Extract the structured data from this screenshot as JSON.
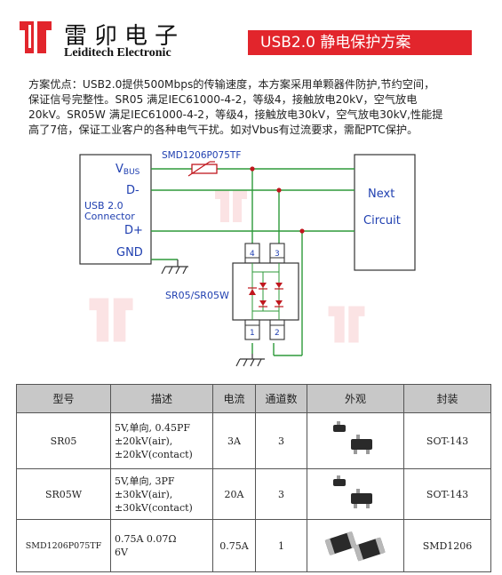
{
  "header": {
    "brand_cn": "雷卯电子",
    "brand_en": "Leiditech Electronic",
    "title": "USB2.0 静电保护方案"
  },
  "description": {
    "line1": "方案优点：USB2.0提供500Mbps的传输速度，本方案采用单颗器件防护,节约空间，",
    "line2": "保证信号完整性。SR05 满足IEC61000-4-2，等级4，接触放电20kV，空气放电",
    "line3": "20kV。SR05W 满足IEC61000-4-2，等级4，接触放电30kV，空气放电30kV,性能提",
    "line4": "高了7倍，保证工业客户的各种电气干扰。如对Vbus有过流要求，需配PTC保护。"
  },
  "diagram": {
    "connector_label_1": "USB 2.0",
    "connector_label_2": "Connector",
    "pin_vbus": "V",
    "pin_vbus_sub": "BUS",
    "pin_dminus": "D-",
    "pin_dplus": "D+",
    "pin_gnd": "GND",
    "fuse_label": "SMD1206P075TF",
    "next_circuit_1": "Next",
    "next_circuit_2": "Circuit",
    "tvs_label": "SR05/SR05W",
    "pin4": "4",
    "pin3": "3",
    "pin1": "1",
    "pin2": "2",
    "wire_color": "#2e9a3a",
    "node_color": "#c0171e",
    "label_color": "#1f3fb0"
  },
  "table": {
    "headers": [
      "型号",
      "描述",
      "电流",
      "通道数",
      "外观",
      "封装"
    ],
    "rows": [
      {
        "model": "SR05",
        "desc1": "5V,单向, 0.45PF",
        "desc2": "±20kV(air),",
        "desc3": "±20kV(contact)",
        "current": "3A",
        "channels": "3",
        "package": "SOT-143"
      },
      {
        "model": "SR05W",
        "desc1": "5V,单向, 3PF",
        "desc2": "±30kV(air),",
        "desc3": "±30kV(contact)",
        "current": "20A",
        "channels": "3",
        "package": "SOT-143"
      },
      {
        "model": "SMD1206P075TF",
        "desc1": "0.75A  0.07Ω",
        "desc2": "6V",
        "desc3": "",
        "current": "0.75A",
        "channels": "1",
        "package": "SMD1206"
      }
    ]
  }
}
